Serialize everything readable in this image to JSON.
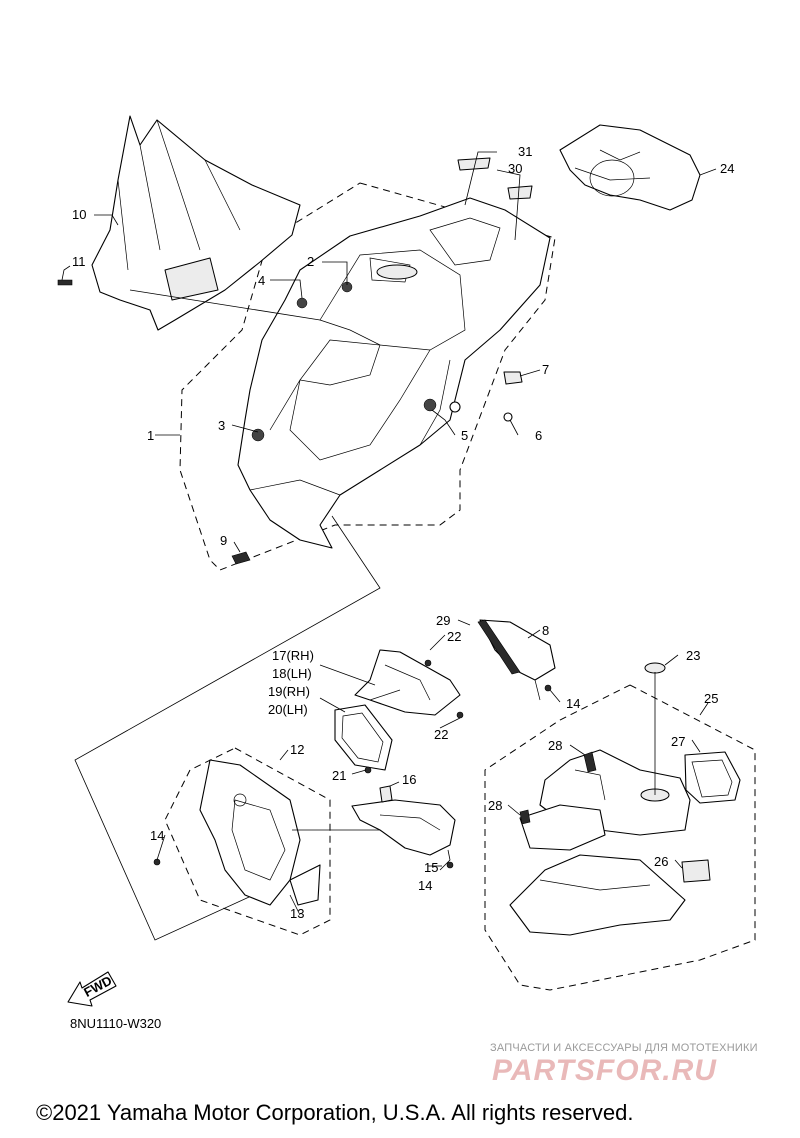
{
  "callouts": {
    "c1": "1",
    "c2": "2",
    "c3": "3",
    "c4": "4",
    "c5": "5",
    "c6": "6",
    "c7": "7",
    "c8": "8",
    "c9": "9",
    "c10": "10",
    "c11": "11",
    "c12": "12",
    "c13": "13",
    "c14a": "14",
    "c14b": "14",
    "c14c": "14",
    "c15": "15",
    "c16": "16",
    "c17": "17(RH)",
    "c18": "18(LH)",
    "c19": "19(RH)",
    "c20": "20(LH)",
    "c21": "21",
    "c22a": "22",
    "c22b": "22",
    "c23": "23",
    "c24": "24",
    "c25": "25",
    "c26": "26",
    "c27": "27",
    "c28a": "28",
    "c28b": "28",
    "c29": "29",
    "c30": "30",
    "c31": "31"
  },
  "fwd_label": "FWD",
  "diagram_code": "8NU1110-W320",
  "watermark": {
    "tagline": "ЗАПЧАСТИ И АКСЕССУАРЫ ДЛЯ МОТОТЕХНИКИ",
    "logo": "PARTSFOR.RU",
    "color": "#e9b9b9"
  },
  "copyright": "©2021 Yamaha Motor Corporation, U.S.A. All rights reserved."
}
